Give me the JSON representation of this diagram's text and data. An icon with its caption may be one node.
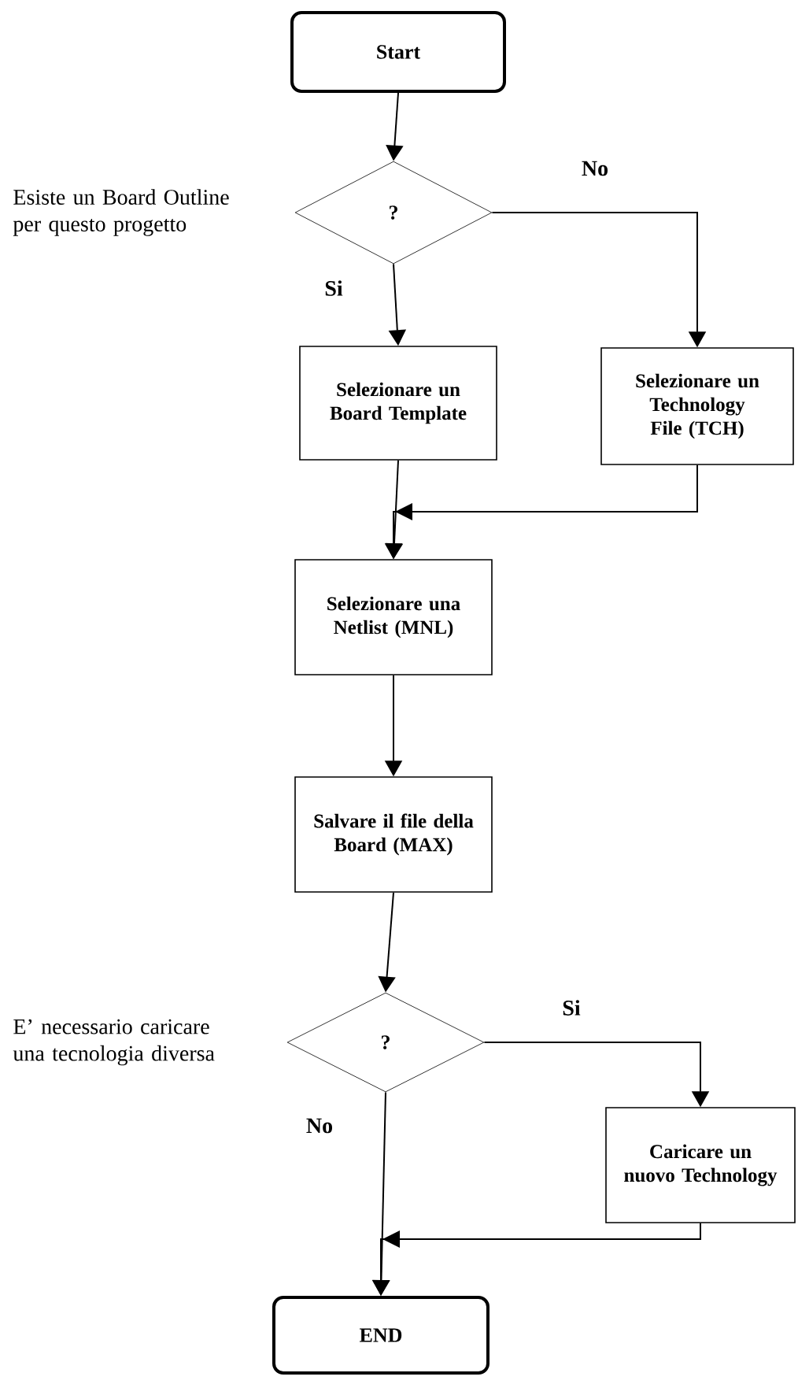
{
  "diagram": {
    "nodes": [
      {
        "text": [
          "Start"
        ]
      },
      {
        "text": [
          "?"
        ],
        "beside": [
          "Esiste un Board Outline per questo progetto"
        ]
      },
      {
        "text": [
          "Selezionare un Board Template"
        ]
      },
      {
        "text": [
          "Selezionare un Technology File (TCH)"
        ]
      },
      {
        "text": [
          "Selezionare una Netlist (MNL)"
        ]
      },
      {
        "text": [
          "Salvare il file della Board (MAX)"
        ]
      },
      {
        "text": [
          "?"
        ],
        "beside": [
          "E’ necessario caricare una tecnologia diversa"
        ]
      },
      {
        "text": [
          "Caricare un nuovo Technology"
        ]
      },
      {
        "text": [
          "END"
        ]
      }
    ],
    "edges": [
      {
        "from": 0,
        "to": 1,
        "arrow": "to"
      },
      {
        "from": 1,
        "to": 2,
        "arrow": "to",
        "label": "Si"
      },
      {
        "from": 1,
        "to": 3,
        "arrow": "to",
        "label": "No"
      },
      {
        "from": 2,
        "to": 4,
        "arrow": "to"
      },
      {
        "from": 3,
        "to": 4,
        "arrow": "to"
      },
      {
        "from": 4,
        "to": 5,
        "arrow": "to"
      },
      {
        "from": 5,
        "to": 6,
        "arrow": "to"
      },
      {
        "from": 6,
        "to": 7,
        "arrow": "to",
        "label": "Si"
      },
      {
        "from": 6,
        "to": 8,
        "arrow": "to",
        "label": "No"
      },
      {
        "from": 7,
        "to": 8,
        "arrow": "to"
      }
    ]
  }
}
